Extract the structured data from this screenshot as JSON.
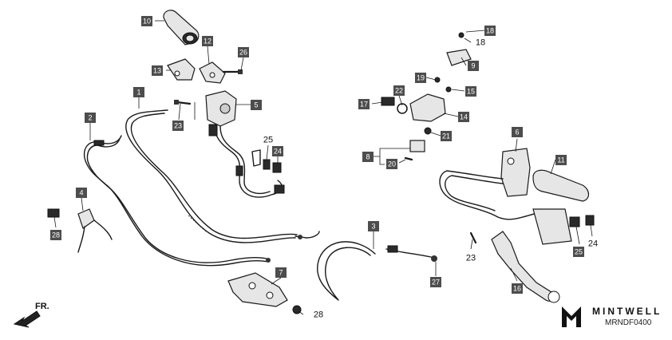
{
  "diagram": {
    "callouts": [
      {
        "id": "10",
        "boxed": true
      },
      {
        "id": "12",
        "boxed": true
      },
      {
        "id": "13",
        "boxed": true
      },
      {
        "id": "26",
        "boxed": true
      },
      {
        "id": "1",
        "boxed": true
      },
      {
        "id": "2",
        "boxed": true
      },
      {
        "id": "23",
        "boxed": true
      },
      {
        "id": "5",
        "boxed": true
      },
      {
        "id": "25",
        "boxed": false
      },
      {
        "id": "24",
        "boxed": true
      },
      {
        "id": "4",
        "boxed": true
      },
      {
        "id": "28",
        "boxed": true
      },
      {
        "id": "7",
        "boxed": true
      },
      {
        "id": "28",
        "boxed": false
      },
      {
        "id": "3",
        "boxed": true
      },
      {
        "id": "27",
        "boxed": true
      },
      {
        "id": "18",
        "boxed": true
      },
      {
        "id": "18",
        "boxed": false
      },
      {
        "id": "9",
        "boxed": true
      },
      {
        "id": "19",
        "boxed": true
      },
      {
        "id": "22",
        "boxed": true
      },
      {
        "id": "15",
        "boxed": true
      },
      {
        "id": "17",
        "boxed": true
      },
      {
        "id": "14",
        "boxed": true
      },
      {
        "id": "21",
        "boxed": true
      },
      {
        "id": "6",
        "boxed": true
      },
      {
        "id": "8",
        "boxed": true
      },
      {
        "id": "20",
        "boxed": true
      },
      {
        "id": "11",
        "boxed": true
      },
      {
        "id": "23",
        "boxed": false
      },
      {
        "id": "25",
        "boxed": true
      },
      {
        "id": "24",
        "boxed": false
      },
      {
        "id": "16",
        "boxed": true
      }
    ],
    "direction_label": "FR.",
    "brand": "MINTWELL",
    "diagram_code": "MRNDF0400",
    "colors": {
      "callout_box": "#4d4d4d",
      "callout_text": "#ffffff",
      "line": "#1a1a1a"
    }
  }
}
